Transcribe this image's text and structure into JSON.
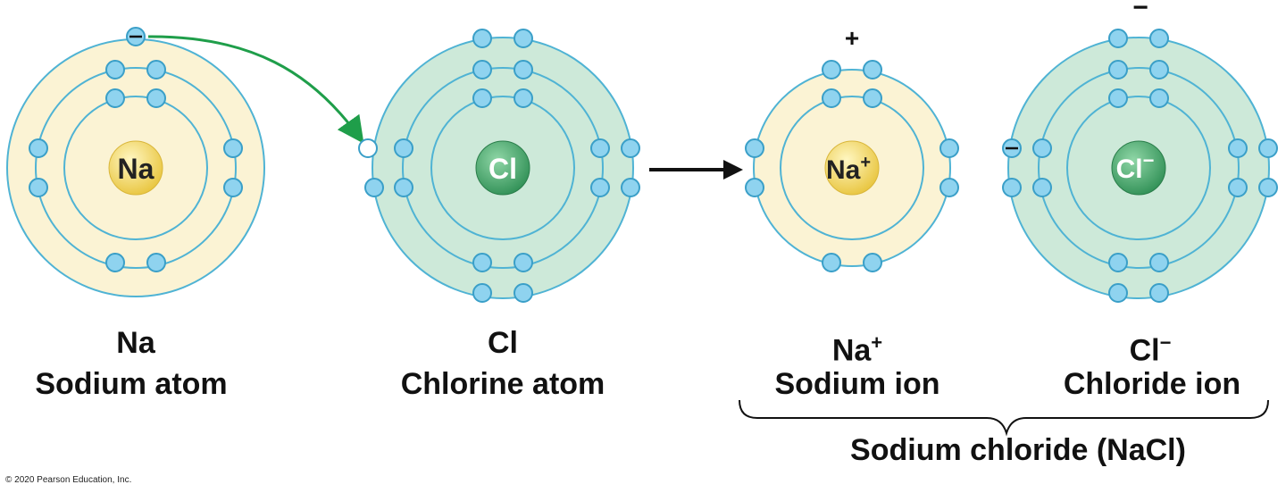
{
  "atoms": {
    "sodium_atom": {
      "symbol": "Na",
      "name": "Sodium atom"
    },
    "chlorine_atom": {
      "symbol": "Cl",
      "name": "Chlorine atom"
    }
  },
  "ions": {
    "sodium_ion": {
      "symbol": "Na",
      "sup": "+",
      "charge": "+",
      "name": "Sodium ion"
    },
    "chloride_ion": {
      "symbol": "Cl",
      "sup": "−",
      "charge": "−",
      "name": "Chloride ion"
    }
  },
  "electron_sign": "−",
  "compound_label": "Sodium chloride (NaCl)",
  "copyright": "© 2020 Pearson Education, Inc.",
  "colors": {
    "shell_stroke": "#4fb3d4",
    "electron_fill": "#8fd3ef",
    "electron_stroke": "#3a9fc8",
    "sodium_fill": "#fbf3d4",
    "chlorine_fill": "#cde9d9",
    "sodium_nucleus": "#f3d45e",
    "chlorine_nucleus": "#3fa466",
    "transfer_arrow": "#1f9e4a",
    "reaction_arrow": "#111111"
  }
}
